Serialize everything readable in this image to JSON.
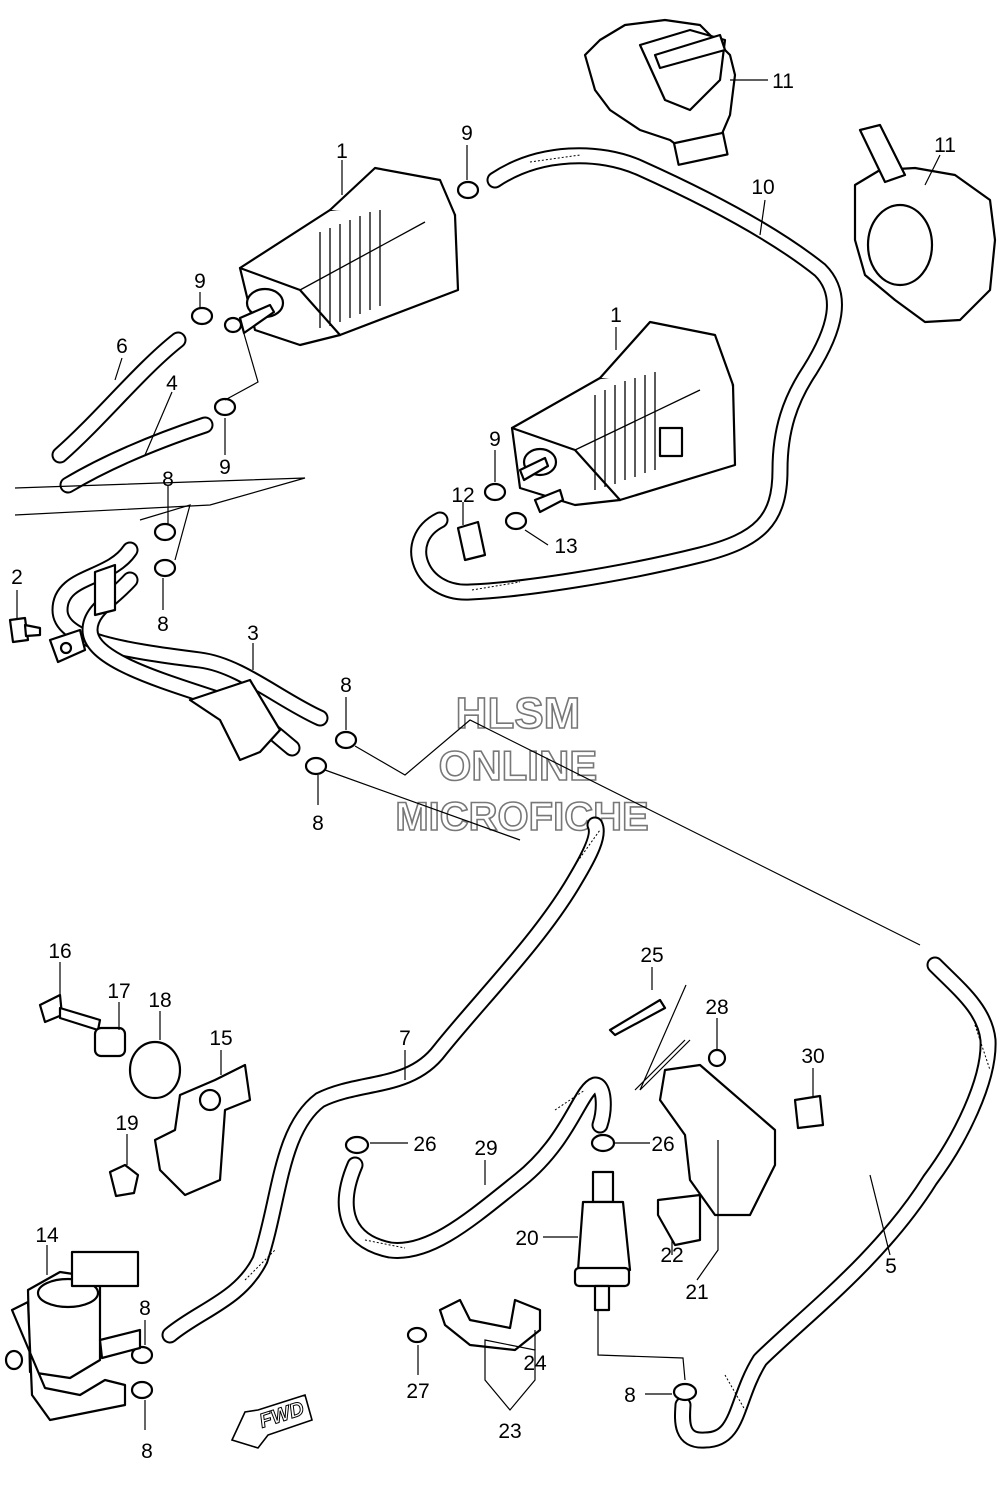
{
  "watermark": {
    "line1": "HLSM",
    "line2": "ONLINE",
    "line3": "MICROFICHE"
  },
  "fwd_label": "FWD",
  "callouts": {
    "c1a": "1",
    "c1b": "1",
    "c2": "2",
    "c3": "3",
    "c4": "4",
    "c5": "5",
    "c6": "6",
    "c7": "7",
    "c8a": "8",
    "c8b": "8",
    "c8c": "8",
    "c8d": "8",
    "c8e": "8",
    "c8f": "8",
    "c8g": "8",
    "c9a": "9",
    "c9b": "9",
    "c9c": "9",
    "c9d": "9",
    "c10": "10",
    "c11a": "11",
    "c11b": "11",
    "c12": "12",
    "c13": "13",
    "c14": "14",
    "c15": "15",
    "c16": "16",
    "c17": "17",
    "c18": "18",
    "c19": "19",
    "c20": "20",
    "c21": "21",
    "c22": "22",
    "c23": "23",
    "c24": "24",
    "c25": "25",
    "c26a": "26",
    "c26b": "26",
    "c27": "27",
    "c28": "28",
    "c29": "29",
    "c30": "30"
  }
}
